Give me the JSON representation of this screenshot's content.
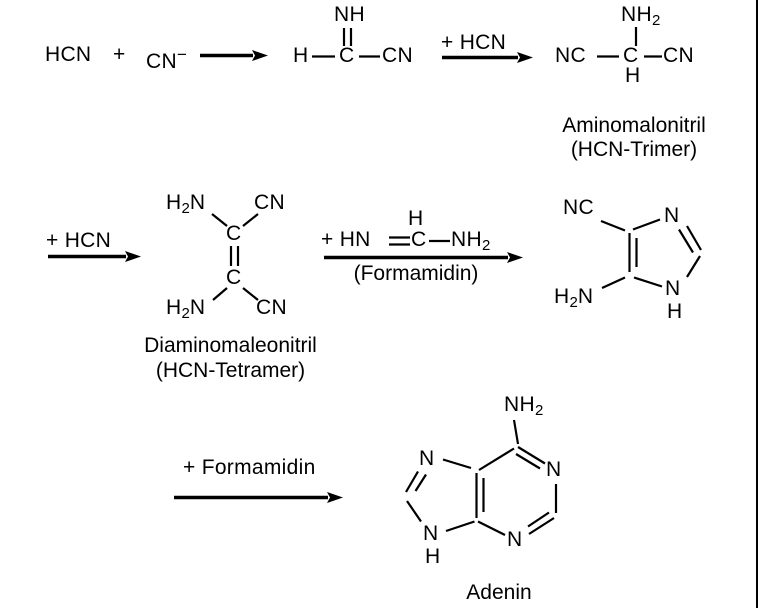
{
  "colors": {
    "ink": "#000000",
    "paper": "#ffffff"
  },
  "row1": {
    "hcn": "HCN",
    "plus": "+",
    "cyanide": {
      "formula": "CN",
      "charge": "−"
    },
    "iminoacetonitrile": {
      "nh": "NH",
      "h": "H",
      "c": "C",
      "cn": "CN"
    },
    "arrow_hcn_label": "+ HCN",
    "aminomalononitrile": {
      "nh2_main": "NH",
      "nh2_sub": "2",
      "nc": "NC",
      "c": "C",
      "cn": "CN",
      "h": "H"
    },
    "caption_line1": "Aminomalonitril",
    "caption_line2": "(HCN-Trimer)"
  },
  "row2": {
    "arrow_hcn_label": "+ HCN",
    "diaminomaleonitrile": {
      "h2n_top": {
        "h": "H",
        "sub": "2",
        "n": "N"
      },
      "cn_top": "CN",
      "c_top": "C",
      "c_bottom": "C",
      "h2n_bottom": {
        "h": "H",
        "sub": "2",
        "n": "N"
      },
      "cn_bottom": "CN"
    },
    "caption_line1": "Diaminomaleonitril",
    "caption_line2": "(HCN-Tetramer)",
    "formamidine_arrow": {
      "h_top": "H",
      "left": "+ HN",
      "c": "C",
      "nh2_main": "NH",
      "nh2_sub": "2",
      "caption": "(Formamidin)"
    },
    "aminoimidazolecarbonitrile": {
      "nc": "NC",
      "n_top": "N",
      "n_bottom": "N",
      "nh_h": "H",
      "h2n": {
        "h": "H",
        "sub": "2",
        "n": "N"
      }
    }
  },
  "row3": {
    "arrow_label": "+ Formamidin",
    "adenine": {
      "nh2_main": "NH",
      "nh2_sub": "2",
      "n1": "N",
      "n3": "N",
      "n7": "N",
      "n9": "N",
      "n9_h": "H"
    },
    "caption": "Adenin"
  }
}
